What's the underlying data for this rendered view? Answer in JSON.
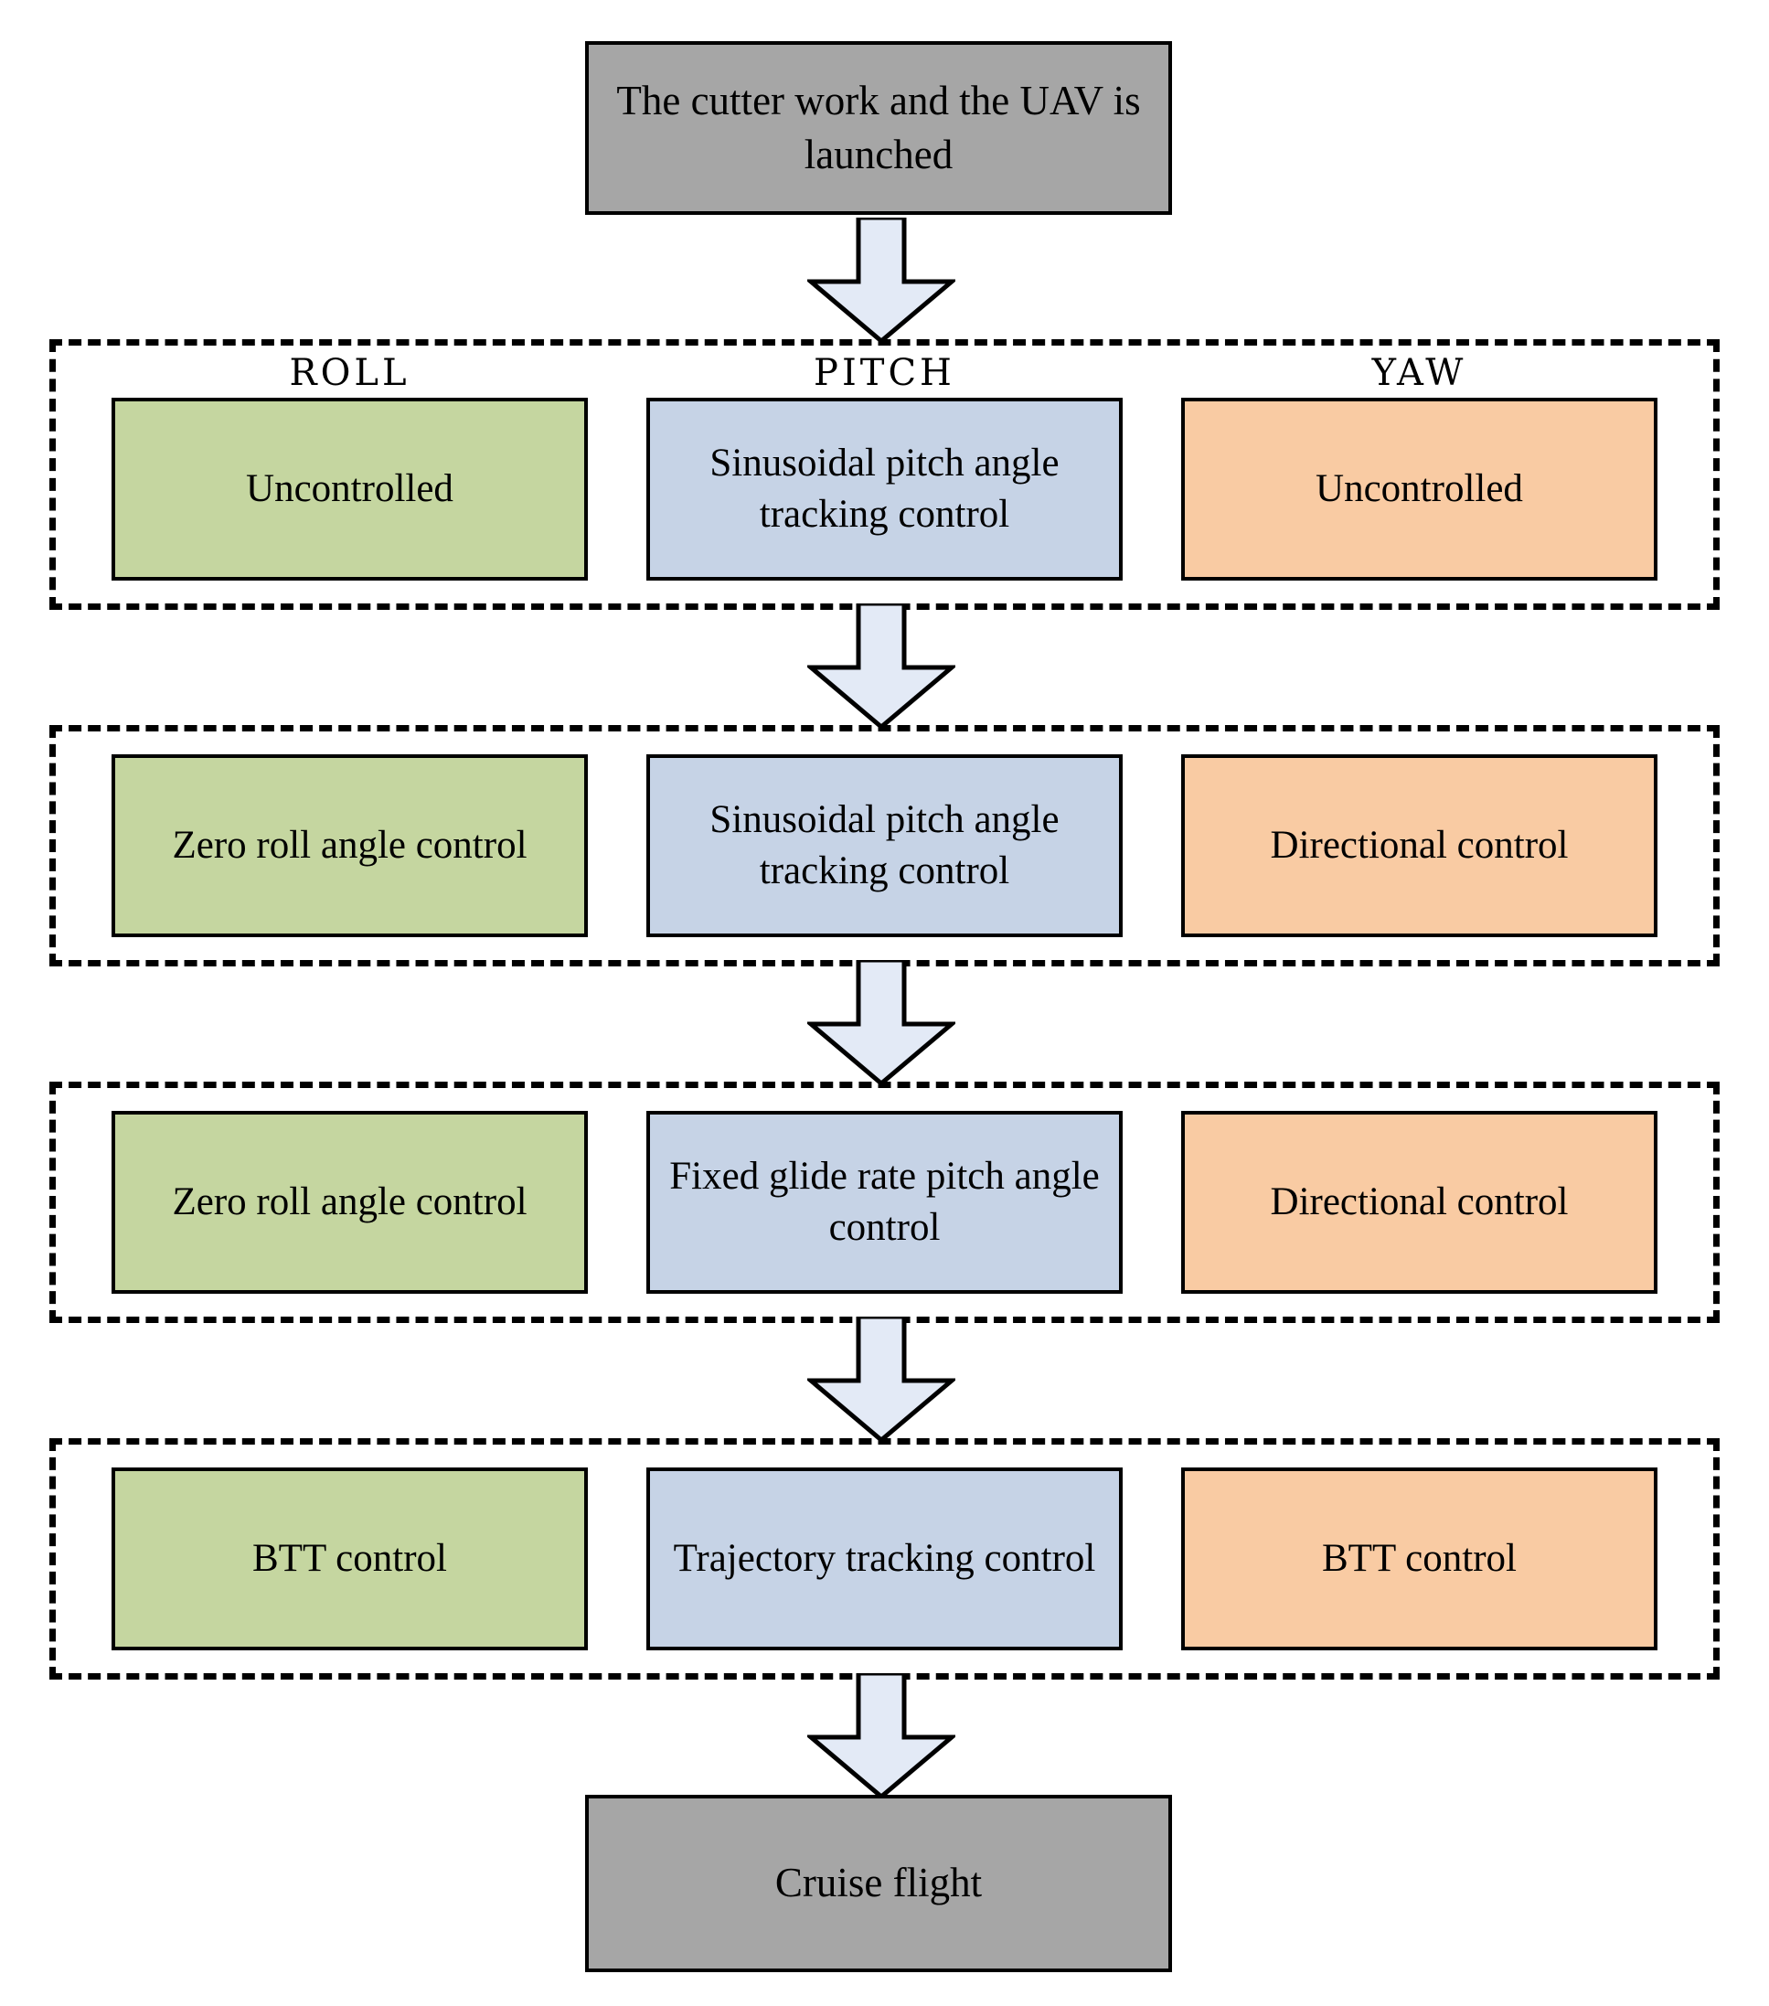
{
  "diagram": {
    "title": "UAV control-mode transition flowchart",
    "colors": {
      "terminal_fill": "#a6a6a6",
      "roll_fill": "#c5d6a0",
      "pitch_fill": "#c6d3e6",
      "yaw_fill": "#f9cba3",
      "arrow_fill": "#e3eaf6",
      "outline": "#000000"
    },
    "start_node": {
      "label": "The cutter work and the UAV is launched"
    },
    "end_node": {
      "label": "Cruise flight"
    },
    "axis_headers": [
      {
        "key": "roll",
        "label": "ROLL"
      },
      {
        "key": "pitch",
        "label": "PITCH"
      },
      {
        "key": "yaw",
        "label": "YAW"
      }
    ],
    "stages": [
      {
        "index": 0,
        "roll": "Uncontrolled",
        "pitch": "Sinusoidal  pitch angle tracking control",
        "yaw": "Uncontrolled"
      },
      {
        "index": 1,
        "roll": "Zero roll angle control",
        "pitch": "Sinusoidal  pitch angle tracking control",
        "yaw": "Directional control"
      },
      {
        "index": 2,
        "roll": "Zero roll angle control",
        "pitch": "Fixed glide rate pitch angle control",
        "yaw": "Directional control"
      },
      {
        "index": 3,
        "roll": "BTT control",
        "pitch": "Trajectory tracking control",
        "yaw": "BTT control"
      }
    ],
    "arrows": [
      {
        "name": "arrow-start-to-stage-0",
        "direction": "down"
      },
      {
        "name": "arrow-stage-0-to-stage-1",
        "direction": "down"
      },
      {
        "name": "arrow-stage-1-to-stage-2",
        "direction": "down"
      },
      {
        "name": "arrow-stage-2-to-stage-3",
        "direction": "down"
      },
      {
        "name": "arrow-stage-3-to-end",
        "direction": "down"
      }
    ]
  }
}
